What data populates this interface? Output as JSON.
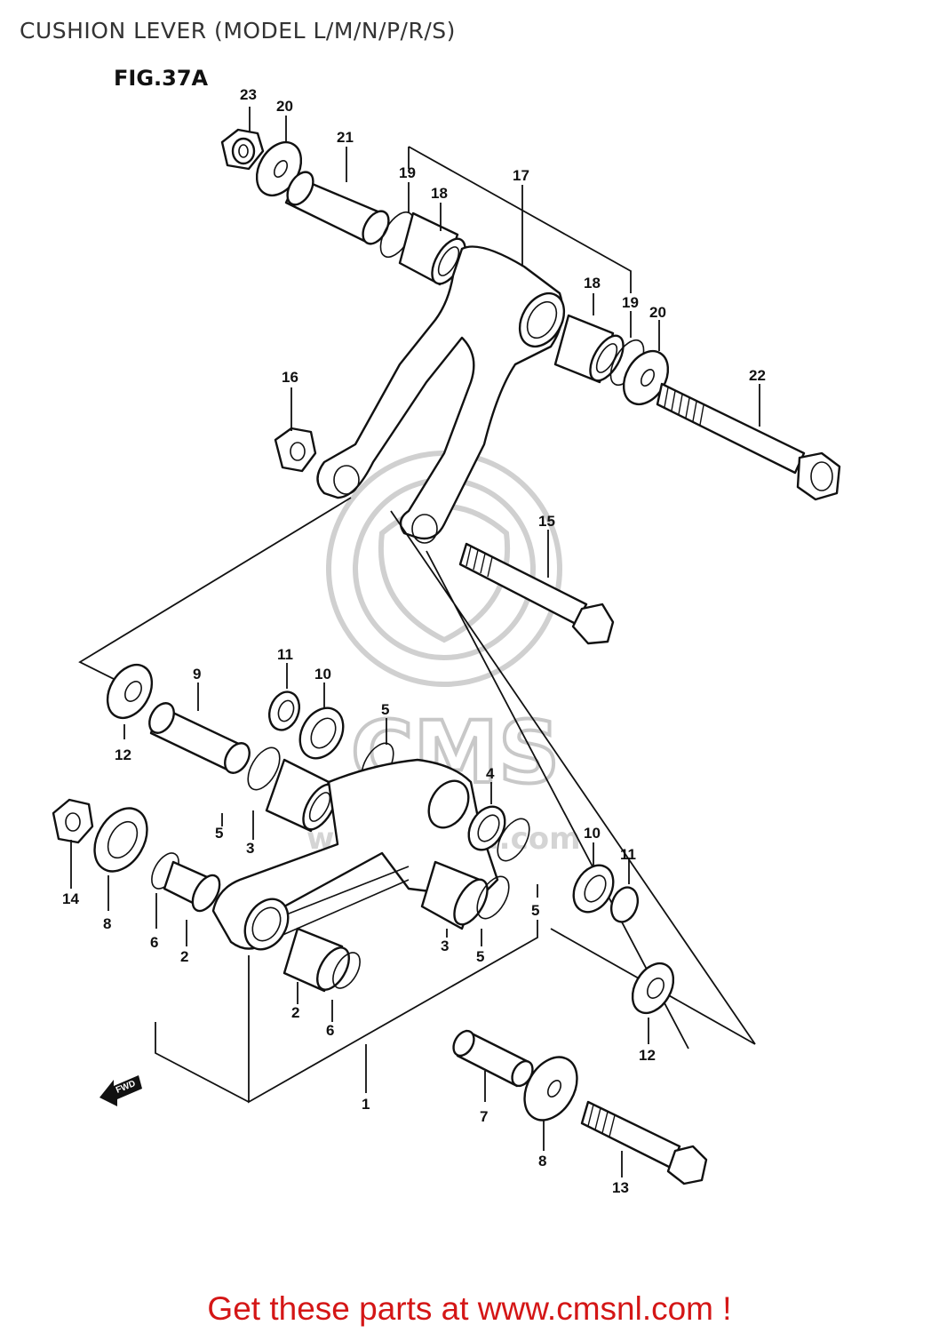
{
  "page": {
    "title": "CUSHION LEVER (MODEL L/M/N/P/R/S)",
    "cta": "Get these parts at www.cmsnl.com !"
  },
  "diagram": {
    "figure_label": "FIG.37A",
    "fwd_label": "FWD",
    "watermark": {
      "text": "CMS",
      "url": "www.cmsnl.com"
    },
    "callouts": [
      "23",
      "20",
      "21",
      "19",
      "18",
      "17",
      "18",
      "19",
      "20",
      "22",
      "16",
      "15",
      "11",
      "9",
      "10",
      "5",
      "12",
      "4",
      "5",
      "3",
      "14",
      "8",
      "10",
      "11",
      "6",
      "2",
      "5",
      "3",
      "5",
      "2",
      "6",
      "12",
      "1",
      "7",
      "8",
      "13"
    ]
  }
}
